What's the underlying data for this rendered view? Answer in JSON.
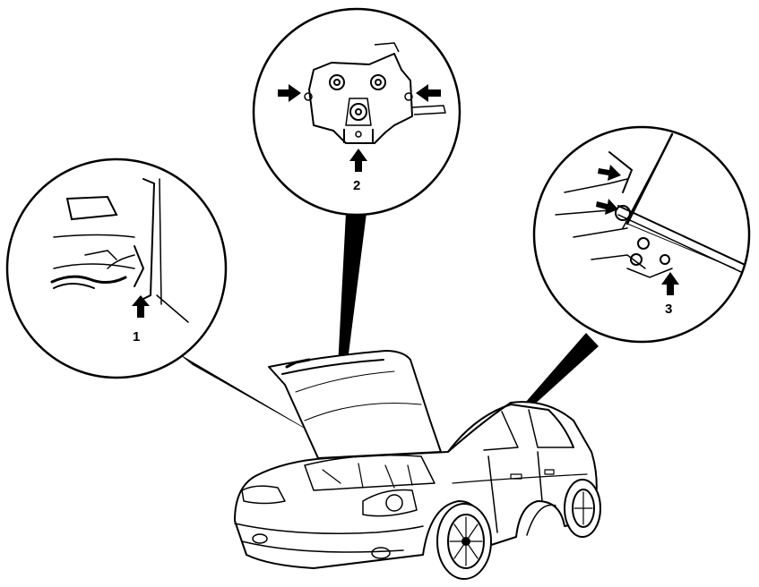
{
  "figure": {
    "callouts": [
      {
        "id": "1",
        "label": "1"
      },
      {
        "id": "2",
        "label": "2"
      },
      {
        "id": "3",
        "label": "3"
      }
    ],
    "colors": {
      "ink": "#000000",
      "paper": "#ffffff"
    }
  }
}
